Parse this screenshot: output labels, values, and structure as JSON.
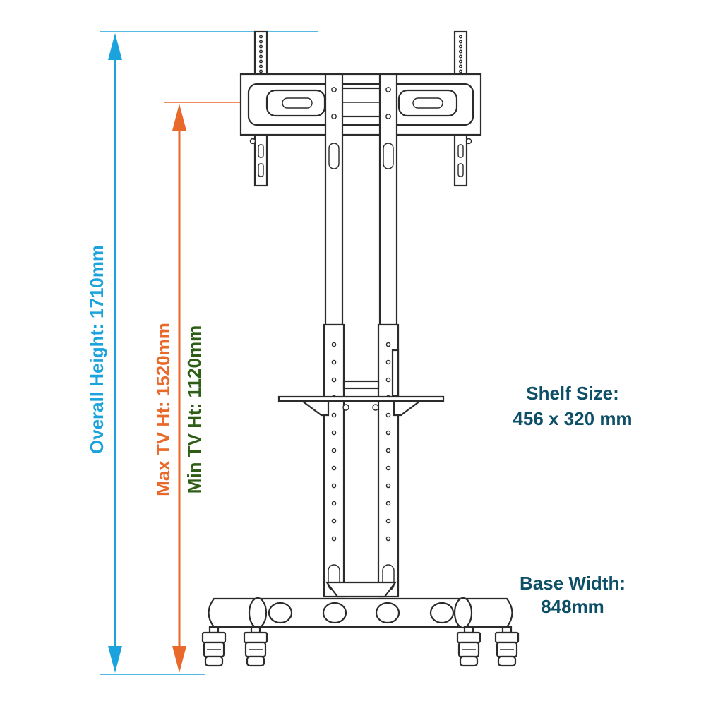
{
  "dimensions": {
    "overall_height": {
      "label": "Overall Height: 1710mm",
      "color": "#1aa3dc"
    },
    "max_tv_height": {
      "label": "Max TV Ht: 1520mm",
      "color": "#e8692a"
    },
    "min_tv_height": {
      "label": "Min TV Ht: 1120mm",
      "color": "#2e5e16"
    }
  },
  "specs": {
    "shelf_size": {
      "line1": "Shelf Size:",
      "line2": "456 x 320 mm"
    },
    "base_width": {
      "line1": "Base Width:",
      "line2": "848mm"
    },
    "text_color": "#0d4f66"
  },
  "drawing": {
    "line_color": "#2b2b2b",
    "subject": "mobile tv stand with shelf and locking casters"
  }
}
